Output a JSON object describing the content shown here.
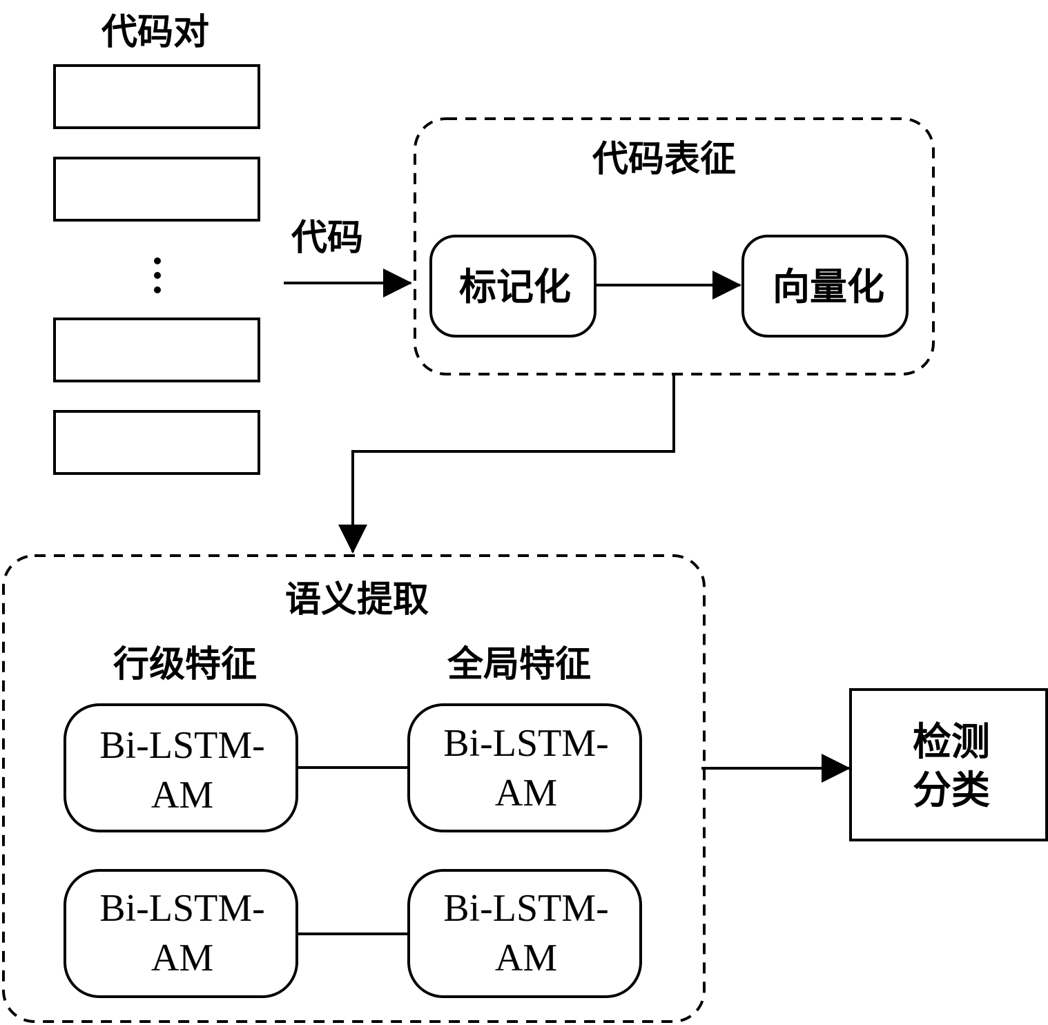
{
  "colors": {
    "stroke": "#000000",
    "background": "#ffffff"
  },
  "labels": {
    "code_pairs": "代码对",
    "code": "代码",
    "code_representation": "代码表征",
    "tokenization": "标记化",
    "vectorization": "向量化",
    "semantic_extraction": "语义提取",
    "line_features": "行级特征",
    "global_features": "全局特征",
    "lstm_top_line": "Bi-LSTM-",
    "lstm_bottom_line": "AM",
    "detect_line1": "检测",
    "detect_line2": "分类",
    "ellipsis": "⋮"
  }
}
